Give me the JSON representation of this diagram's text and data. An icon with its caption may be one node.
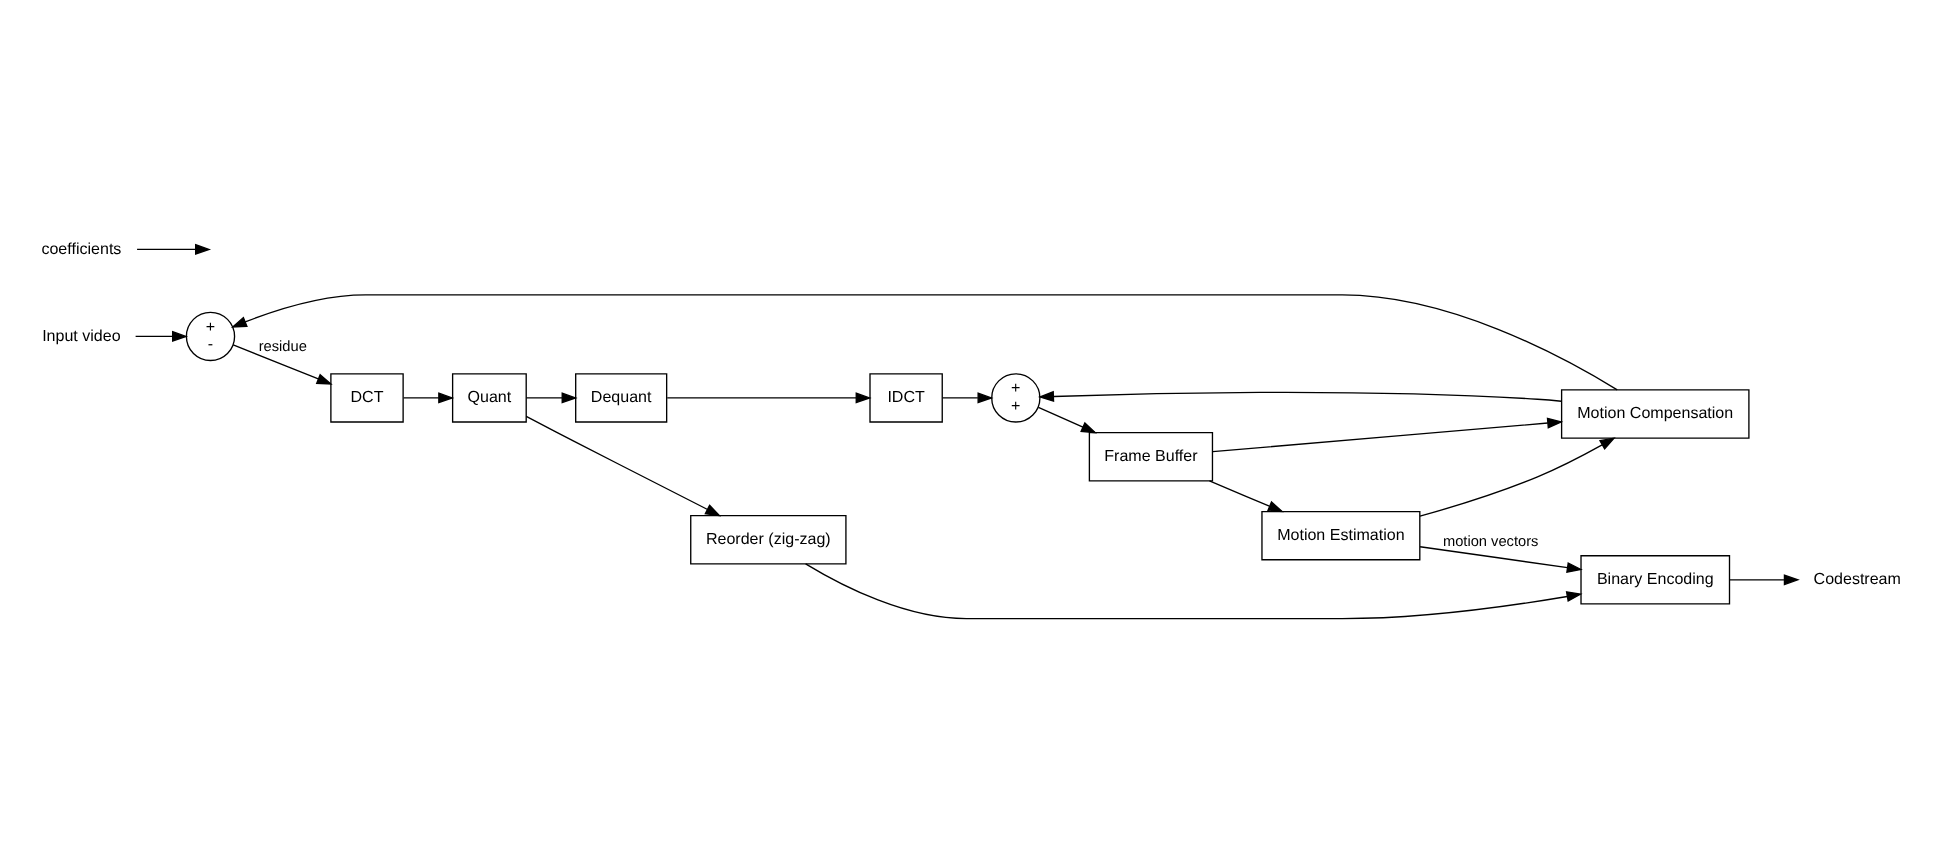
{
  "diagram": {
    "nodes": [
      {
        "text": [
          "Input video"
        ]
      },
      {
        "text": [
          "+",
          "-"
        ]
      },
      {
        "text": [
          "DCT"
        ]
      },
      {
        "text": [
          "Quant"
        ]
      },
      {
        "text": [
          "Reorder (zig-zag)"
        ]
      },
      {
        "text": [
          "Motion Estimation"
        ]
      },
      {
        "text": [
          "Motion Compensation"
        ]
      },
      {
        "text": [
          "Binary Encoding"
        ]
      },
      {
        "text": [
          "Codestream"
        ]
      },
      {
        "text": [
          "Frame Buffer"
        ]
      },
      {
        "text": [
          "+",
          "+"
        ]
      },
      {
        "text": [
          "IDCT"
        ]
      },
      {
        "text": [
          "Dequant"
        ]
      },
      {
        "text": [
          "coefficients"
        ]
      }
    ],
    "edges": [
      {
        "from": 0,
        "to": 1,
        "arrow": "to"
      },
      {
        "from": 1,
        "to": 2,
        "arrow": "to",
        "label": "residue"
      },
      {
        "from": 2,
        "to": 3,
        "arrow": "to"
      },
      {
        "from": 3,
        "to": 4,
        "arrow": "to"
      },
      {
        "from": 4,
        "to": 7,
        "arrow": "to"
      },
      {
        "from": 7,
        "to": 8,
        "arrow": "to"
      },
      {
        "from": 3,
        "to": 12,
        "arrow": "to"
      },
      {
        "from": 12,
        "to": 11,
        "arrow": "to"
      },
      {
        "from": 11,
        "to": 10,
        "arrow": "to"
      },
      {
        "from": 10,
        "to": 9,
        "arrow": "to"
      },
      {
        "from": 9,
        "to": 5,
        "arrow": "to"
      },
      {
        "from": 9,
        "to": 6,
        "arrow": "to"
      },
      {
        "from": 5,
        "to": 6,
        "arrow": "to"
      },
      {
        "from": 5,
        "to": 7,
        "arrow": "to",
        "label": "motion vectors"
      },
      {
        "from": 6,
        "to": 1,
        "arrow": "to"
      },
      {
        "from": 6,
        "to": 10,
        "arrow": "to"
      },
      {
        "from": 13,
        "to": null,
        "arrow": "to"
      }
    ]
  }
}
